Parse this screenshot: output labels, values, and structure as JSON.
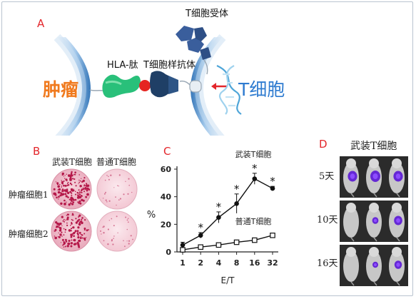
{
  "panel_a": {
    "label": "A",
    "tcr_label": "T细胞受体",
    "hla_label": "HLA-肽",
    "antibody_label": "T细胞样抗体",
    "tumor_label": "肿瘤",
    "tcell_label": "T细胞"
  },
  "panel_b": {
    "label": "B",
    "col1": "武装T细胞",
    "col2": "普通T细胞",
    "row1": "肿瘤细胞1",
    "row2": "肿瘤细胞2"
  },
  "panel_c": {
    "label": "C",
    "chart_data": {
      "type": "line",
      "xlabel": "E/T",
      "ylabel": "%",
      "categories": [
        "1",
        "2",
        "4",
        "8",
        "16",
        "32"
      ],
      "ylim": [
        0,
        60
      ],
      "yticks": [
        "0",
        "20",
        "40",
        "60"
      ],
      "series": [
        {
          "name": "武装T细胞",
          "values": [
            5,
            12,
            25,
            35,
            53,
            46
          ],
          "errors": [
            2,
            2,
            4,
            7,
            4,
            1.5
          ],
          "marker": "filled-circle"
        },
        {
          "name": "普通T细胞",
          "values": [
            1.5,
            3.5,
            5,
            7,
            8.5,
            12
          ],
          "errors": [
            0,
            0,
            0,
            0,
            0,
            0
          ],
          "marker": "open-square"
        }
      ],
      "annotations": [
        "*",
        "*",
        "*",
        "*",
        "*"
      ]
    }
  },
  "panel_d": {
    "label": "D",
    "title": "武装T细胞",
    "rows": [
      "5天",
      "10天",
      "16天"
    ]
  },
  "colors": {
    "panel_label": "#e3262b",
    "tumor_text": "#f07a1e",
    "tcell_text": "#2e7bd0",
    "hla": "#29c07a",
    "antibody": "#1f3f66",
    "peptide": "#e52521",
    "tcr": "#3a5e9c",
    "arrow": "#e3262b"
  }
}
